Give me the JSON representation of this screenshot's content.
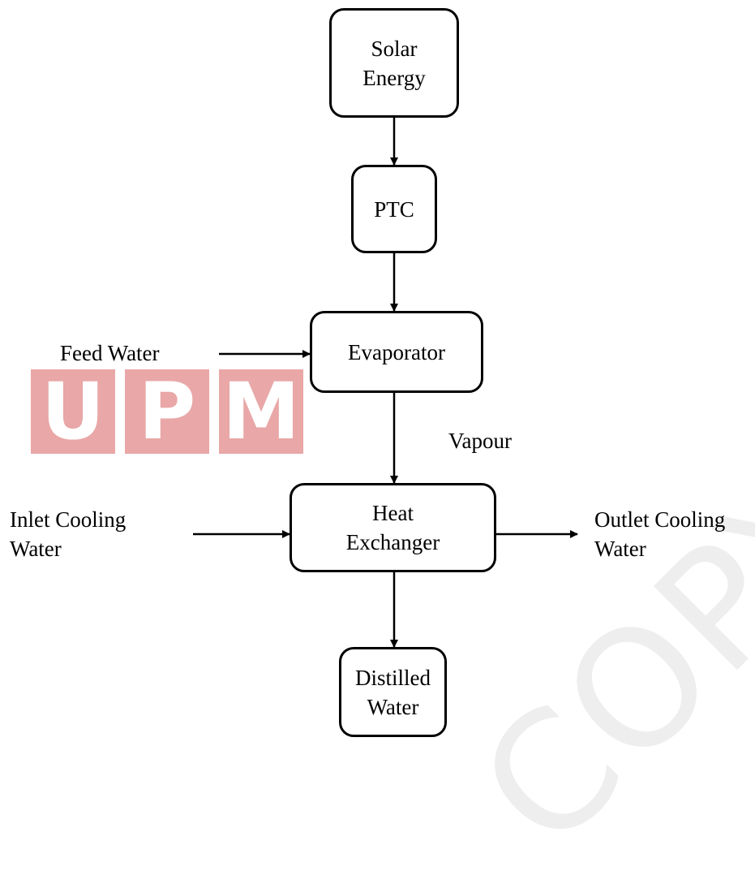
{
  "watermark": {
    "letters": [
      "U",
      "P",
      "M"
    ],
    "text": "COPYRIGHT UPM",
    "colors": {
      "letter_bg": "#e9a7a7",
      "text": "#eeeeee"
    }
  },
  "nodes": {
    "solar_energy": "Solar\nEnergy",
    "ptc": "PTC",
    "evaporator": "Evaporator",
    "heat_exchanger": "Heat\nExchanger",
    "distilled_water": "Distilled\nWater"
  },
  "labels": {
    "feed_water": "Feed Water",
    "vapour": "Vapour",
    "inlet_cooling_water": "Inlet Cooling\nWater",
    "outlet_cooling_water": "Outlet Cooling\nWater"
  }
}
